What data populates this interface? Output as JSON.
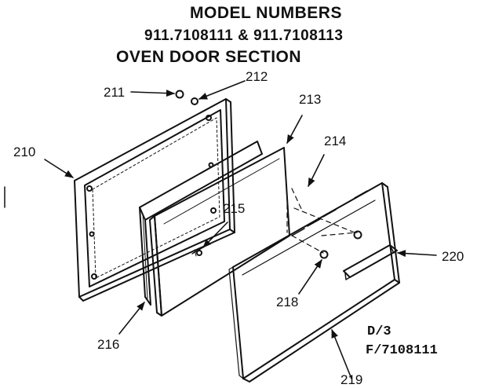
{
  "title": {
    "line1": "MODEL NUMBERS",
    "line2": "911.7108111 & 911.7108113",
    "line3": "OVEN DOOR SECTION"
  },
  "code": {
    "line1": "D/3",
    "line2": "F/7108111"
  },
  "parts": {
    "p210": "210",
    "p211": "211",
    "p212": "212",
    "p213": "213",
    "p214": "214",
    "p215": "215",
    "p216": "216",
    "p218": "218",
    "p219": "219",
    "p220": "220"
  }
}
